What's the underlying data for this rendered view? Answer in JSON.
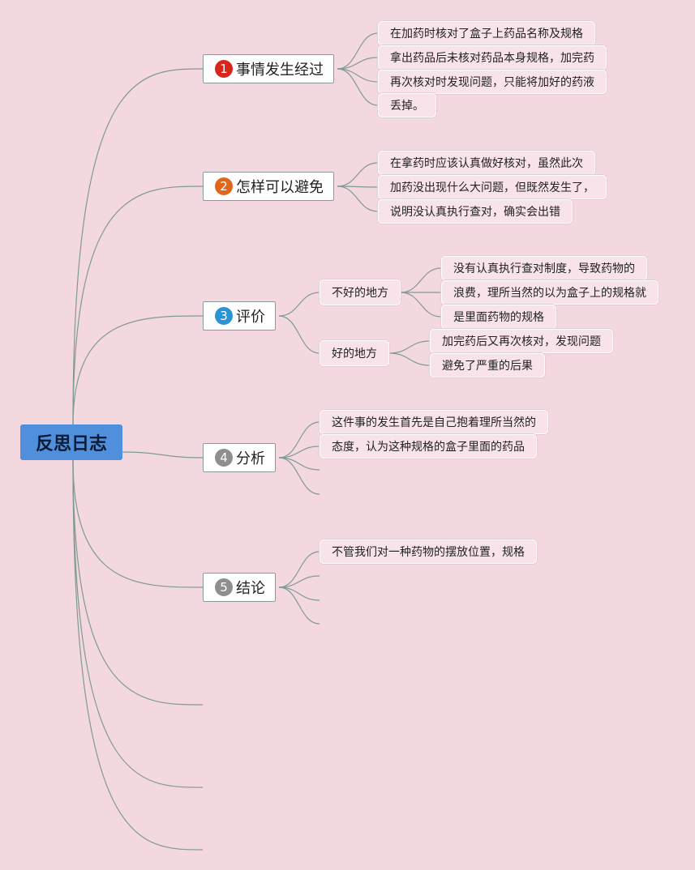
{
  "root": {
    "label": "反思日志"
  },
  "colors": {
    "line": "#7f9a92",
    "root_bg": "#4f8fdc",
    "badge1": "#d9261c",
    "badge2": "#e2661a",
    "badge3": "#2a93d5",
    "badge4": "#8e8e8e",
    "badge5": "#8e8e8e"
  },
  "topics": [
    {
      "number": "1",
      "label": "事情发生经过",
      "leaves": [
        "在加药时核对了盒子上药品名称及规格",
        "拿出药品后未核对药品本身规格，加完药",
        "再次核对时发现问题，只能将加好的药液",
        "丢掉。"
      ]
    },
    {
      "number": "2",
      "label": "怎样可以避免",
      "leaves": [
        "在拿药时应该认真做好核对，虽然此次",
        "加药没出现什么大问题，但既然发生了，",
        "说明没认真执行查对，确实会出错"
      ]
    },
    {
      "number": "3",
      "label": "评价",
      "subs": [
        {
          "label": "不好的地方",
          "leaves": [
            "没有认真执行查对制度，导致药物的",
            "浪费，理所当然的以为盒子上的规格就",
            "是里面药物的规格"
          ]
        },
        {
          "label": "好的地方",
          "leaves": [
            "加完药后又再次核对，发现问题",
            "避免了严重的后果"
          ]
        }
      ]
    },
    {
      "number": "4",
      "label": "分析",
      "leaves": [
        "这件事的发生首先是自己抱着理所当然的",
        "态度，认为这种规格的盒子里面的药品"
      ]
    },
    {
      "number": "5",
      "label": "结论",
      "leaves": [
        "不管我们对一种药物的摆放位置，规格"
      ]
    }
  ]
}
